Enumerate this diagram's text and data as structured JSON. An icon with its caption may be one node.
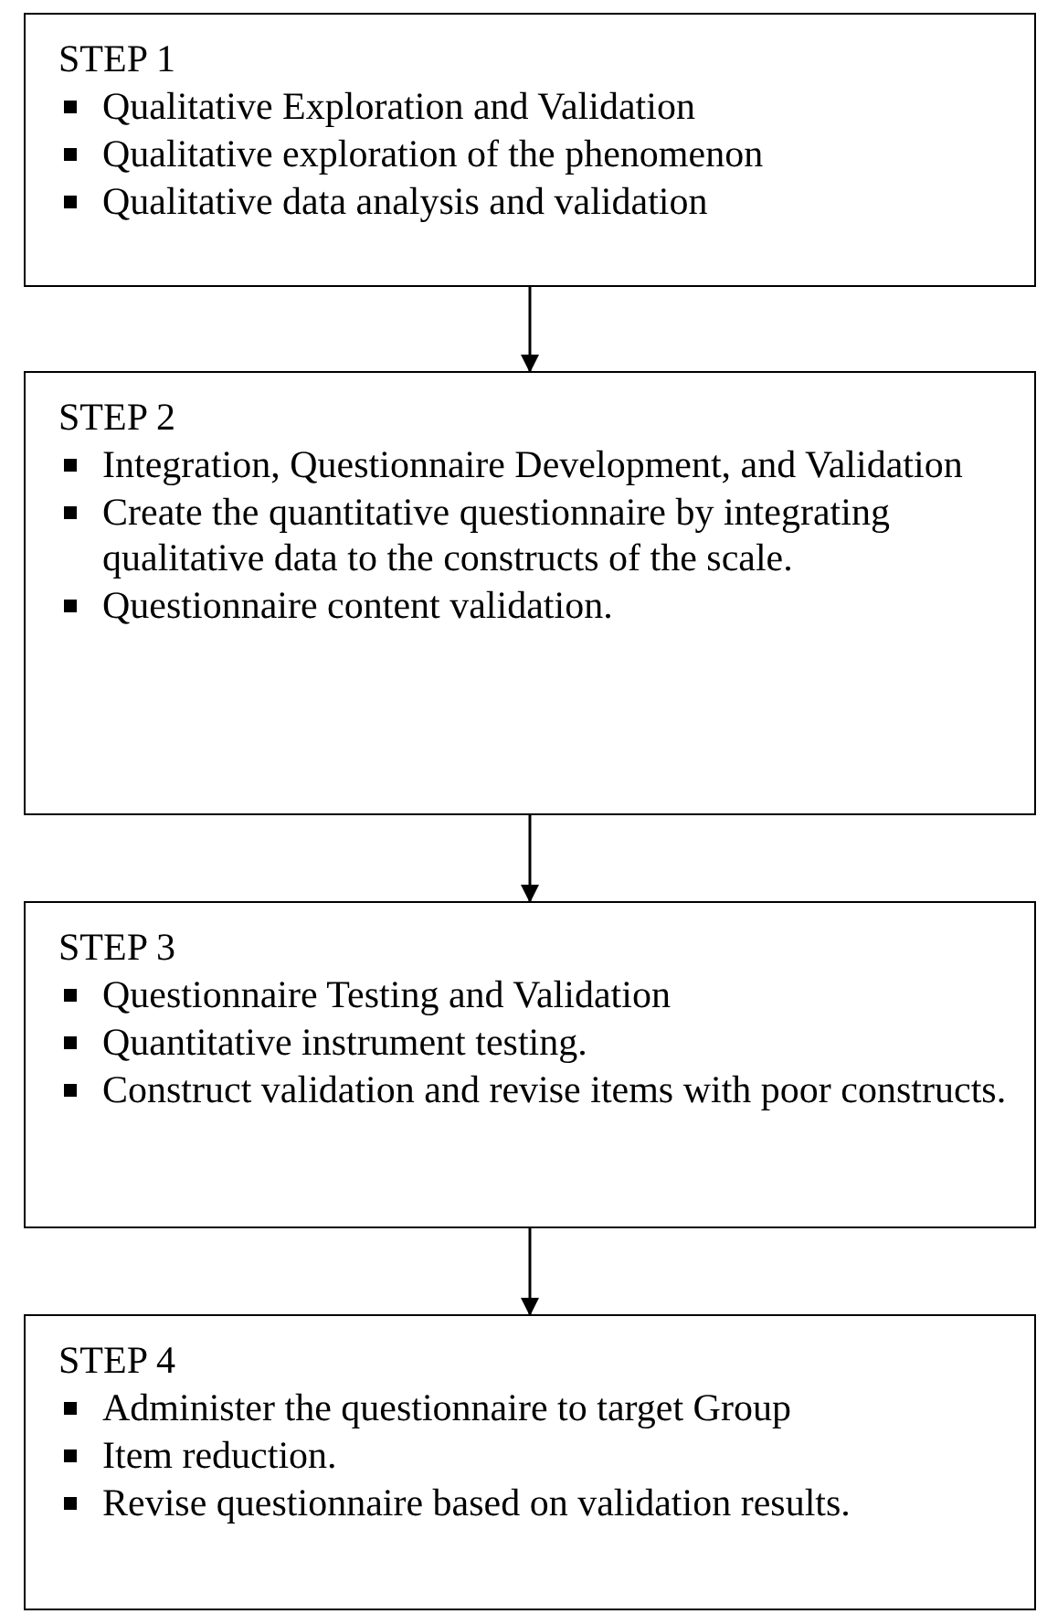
{
  "diagram": {
    "nodes": [
      {
        "text": [
          "STEP 1",
          "Qualitative Exploration and Validation",
          "Qualitative exploration of the phenomenon",
          "Qualitative data analysis and validation"
        ]
      },
      {
        "text": [
          "STEP 2",
          "Integration, Questionnaire Development, and Validation",
          "Create the quantitative questionnaire by integrating qualitative data to the constructs of the scale.",
          "Questionnaire content validation."
        ]
      },
      {
        "text": [
          "STEP 3",
          "Questionnaire Testing and Validation",
          "Quantitative instrument testing.",
          "Construct validation and revise items with poor constructs."
        ]
      },
      {
        "text": [
          "STEP 4",
          "Administer the questionnaire to target Group",
          "Item reduction.",
          "Revise questionnaire based on validation results."
        ]
      }
    ],
    "edges": [
      {
        "from": 0,
        "to": 1,
        "arrow": "to"
      },
      {
        "from": 1,
        "to": 2,
        "arrow": "to"
      },
      {
        "from": 2,
        "to": 3,
        "arrow": "to"
      }
    ]
  }
}
